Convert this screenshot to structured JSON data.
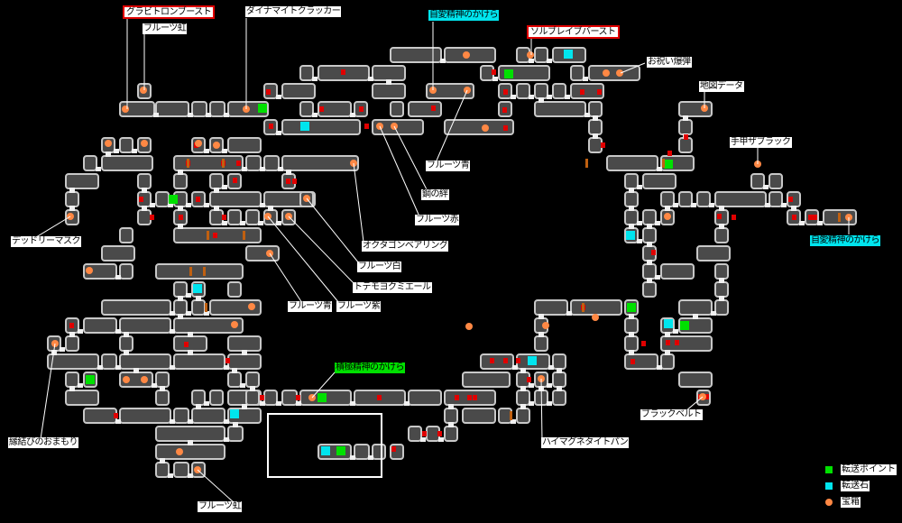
{
  "colors": {
    "background": "#000000",
    "room_fill": "#4a4a4a",
    "room_border": "#c8c8c8",
    "warp_point": "#00e000",
    "warp_stone": "#00e5ee",
    "treasure": "#ff8844",
    "trap": "#e00000",
    "gate": "#c06010"
  },
  "legend": [
    {
      "icon": "warp-point-icon",
      "label": "転送ポイント"
    },
    {
      "icon": "warp-stone-icon",
      "label": "転送石"
    },
    {
      "icon": "treasure-chest-icon",
      "label": "宝箱"
    }
  ],
  "labels": [
    {
      "id": "gravitron-burst",
      "text": "グラビトロンブースト",
      "style": "red"
    },
    {
      "id": "fruit-rainbow-1",
      "text": "フルーツ虹",
      "style": "plain"
    },
    {
      "id": "dynamite-cracker",
      "text": "ダイナマイトクラッカー",
      "style": "plain"
    },
    {
      "id": "self-love-fragment-1",
      "text": "自愛精神のかけら",
      "style": "cyan"
    },
    {
      "id": "sol-blaze-burst",
      "text": "ソルブレイブバースト",
      "style": "red"
    },
    {
      "id": "celebration-bomb",
      "text": "お祝い爆弾",
      "style": "plain"
    },
    {
      "id": "map-data",
      "text": "地図データ",
      "style": "plain"
    },
    {
      "id": "glove-black",
      "text": "手甲ザブラック",
      "style": "plain"
    },
    {
      "id": "self-love-fragment-2",
      "text": "自愛精神のかけら",
      "style": "cyan"
    },
    {
      "id": "fruit-blue-1",
      "text": "フルーツ青",
      "style": "plain"
    },
    {
      "id": "bond-of-hermit",
      "text": "鋼の絆",
      "style": "plain"
    },
    {
      "id": "fruit-red",
      "text": "フルーツ赤",
      "style": "plain"
    },
    {
      "id": "dead-tree-mask",
      "text": "デッドリーマスク",
      "style": "plain"
    },
    {
      "id": "octagon-bearing",
      "text": "オクタゴンベアリング",
      "style": "plain"
    },
    {
      "id": "fruit-white",
      "text": "フルーツ白",
      "style": "plain"
    },
    {
      "id": "temoyomi-ale",
      "text": "トテモヨクミエール",
      "style": "plain"
    },
    {
      "id": "fruit-blue-2",
      "text": "フルーツ青",
      "style": "plain"
    },
    {
      "id": "fruit-purple",
      "text": "フルーツ紫",
      "style": "plain"
    },
    {
      "id": "positive-fragment",
      "text": "積極精神のかけら",
      "style": "green"
    },
    {
      "id": "black-belt",
      "text": "ブラックベルト",
      "style": "plain"
    },
    {
      "id": "high-magnetite-pan",
      "text": "ハイマグネタイトパン",
      "style": "plain"
    },
    {
      "id": "bond-charm",
      "text": "縁結びのおまもり",
      "style": "plain"
    },
    {
      "id": "fruit-rainbow-2",
      "text": "フルーツ虹",
      "style": "plain"
    }
  ]
}
